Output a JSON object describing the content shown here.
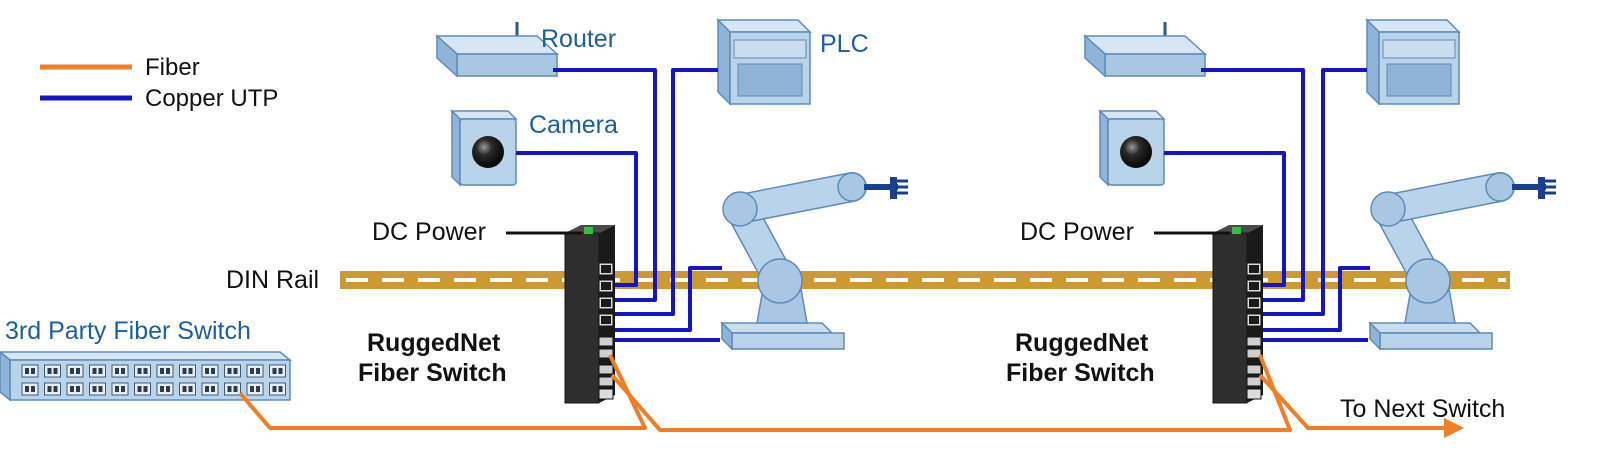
{
  "legend": {
    "fiber": {
      "label": "Fiber",
      "color": "#f07e26"
    },
    "copper": {
      "label": "Copper UTP",
      "color": "#1515c8"
    }
  },
  "colors": {
    "fiber": "#f07e26",
    "copper": "#1515c8",
    "din_rail": "#cc9933",
    "device_light": "#b9d3ea",
    "device_mid": "#8fb4d8",
    "device_dark": "#5f8bb8",
    "switch_body": "#2a2a2a",
    "power_led": "#2ec24a"
  },
  "labels": {
    "router": "Router",
    "plc": "PLC",
    "camera": "Camera",
    "dc_power_1": "DC Power",
    "dc_power_2": "DC Power",
    "din_rail": "DIN Rail",
    "third_party_switch": "3rd Party Fiber Switch",
    "ruggednet_1_line1": "RuggedNet",
    "ruggednet_1_line2": "Fiber Switch",
    "ruggednet_2_line1": "RuggedNet",
    "ruggednet_2_line2": "Fiber Switch",
    "to_next_switch": "To Next Switch"
  },
  "icons": [
    "router-icon",
    "plc-icon",
    "camera-icon",
    "robot-arm-icon",
    "ruggednet-switch-icon",
    "fiber-switch-icon",
    "din-rail"
  ]
}
